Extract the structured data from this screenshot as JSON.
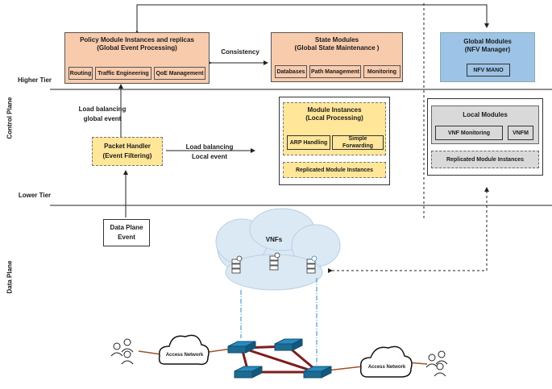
{
  "side_labels": {
    "control_plane": "Control Plane",
    "data_plane": "Data Plane"
  },
  "tier_labels": {
    "higher": "Higher Tier",
    "lower": "Lower Tier"
  },
  "policy": {
    "title1": "Policy Module Instances and replicas",
    "title2": "(Global Event Processing)",
    "items": [
      "Routing",
      "Traffic Engineering",
      "QoE Management"
    ]
  },
  "consistency": "Consistency",
  "state": {
    "title1": "State Modules",
    "title2": "(Global State Maintenance )",
    "items": [
      "Databases",
      "Path Management",
      "Monitoring"
    ]
  },
  "global": {
    "title1": "Global Modules",
    "title2": "(NFV Manager)",
    "item": "NFV MANO"
  },
  "lb_global": {
    "line1": "Load balancing",
    "line2": "global event"
  },
  "packet_handler": {
    "line1": "Packet Handler",
    "line2": "(Event Filtering)"
  },
  "lb_local": {
    "line1": "Load balancing",
    "line2": "Local event"
  },
  "module_instances": {
    "title1": "Module Instances",
    "title2": "(Local Processing)",
    "items": [
      "ARP Handling",
      "Simple Forwarding"
    ],
    "replicated": "Replicated Module Instances"
  },
  "local_modules": {
    "title": "Local Modules",
    "items": [
      "VNF Monitoring",
      "VNFM"
    ],
    "replicated": "Replicated  Module Instances"
  },
  "data_plane_event": {
    "line1": "Data Plane",
    "line2": "Event"
  },
  "vnfs": "VNFs",
  "access_network_left": "Access Network",
  "access_network_right": "Access Network",
  "colors": {
    "salmon": "#f8cbad",
    "yellow": "#ffe699",
    "gray": "#d9d9d9",
    "blue": "#9dc3e6",
    "link": "#7f1d1d",
    "switch": "#1f6b8f"
  }
}
